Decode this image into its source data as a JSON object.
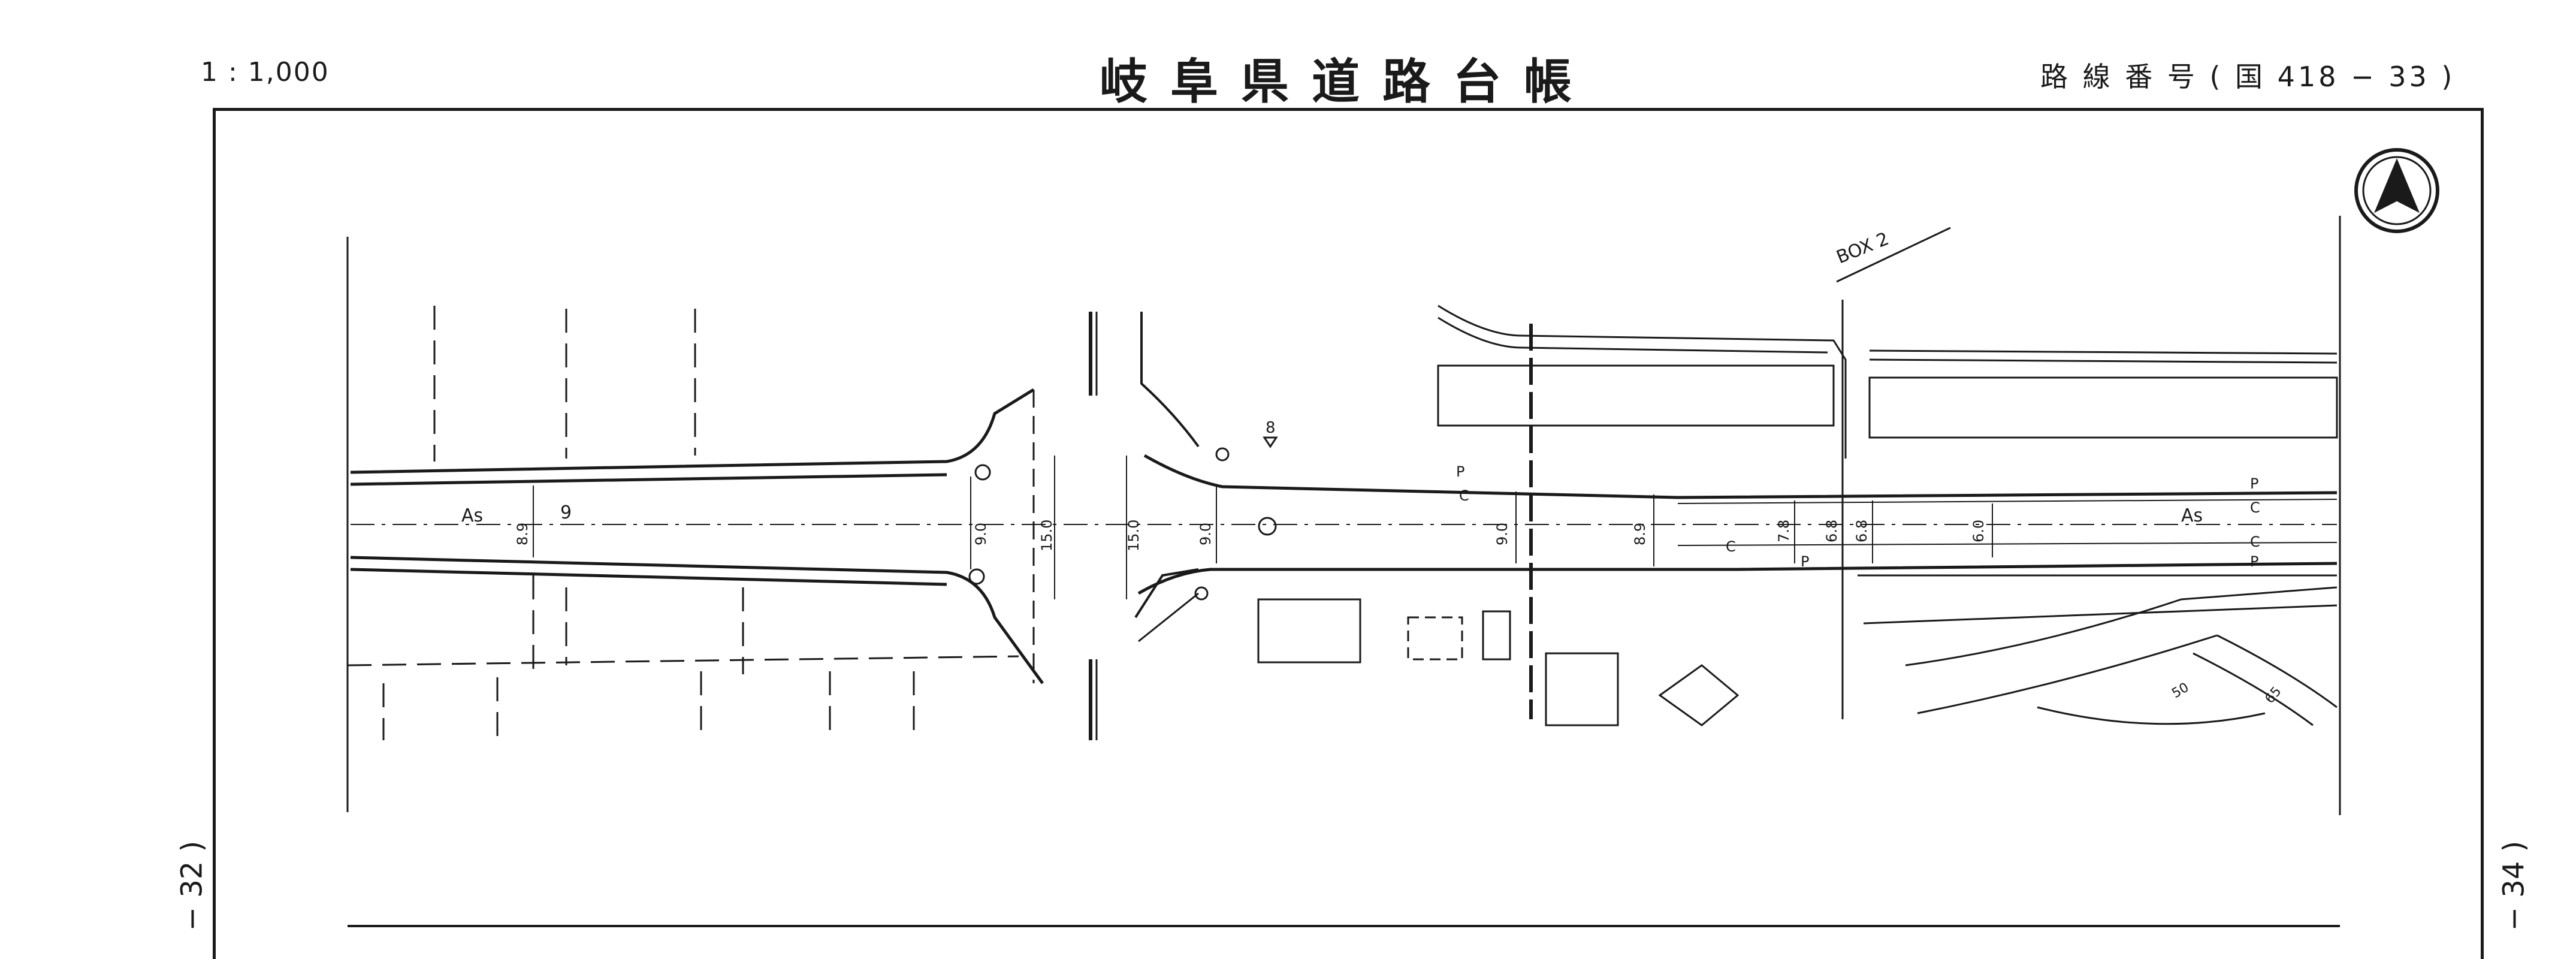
{
  "header": {
    "scale": "1 : 1,000",
    "title": "岐阜県道路台帳",
    "route": "路 線 番 号 ( 国 418 − 33 )"
  },
  "sheets": {
    "prev": "− 32 )",
    "next": "− 34 )"
  },
  "labels": {
    "box": "BOX 2",
    "surface_left": "As",
    "surface_right": "As",
    "w9": "9",
    "w8_9a": "8.9",
    "w9_0a": "9.0",
    "w15_0a": "15.0",
    "w15_0b": "15.0",
    "w9_0b": "9.0",
    "w9_0c": "9.0",
    "w8_9b": "8.9",
    "w7_8": "7.8",
    "w6_8a": "6.8",
    "w6_8b": "6.8",
    "w6_0": "6.0",
    "mark8": "8",
    "p1": "P",
    "c1": "C",
    "c2": "C",
    "p2": "P",
    "p3": "P",
    "c3": "C",
    "c4": "C",
    "p4": "P",
    "c50": "50",
    "c65": "65"
  },
  "colors": {
    "ink": "#1a1a1a",
    "paper": "#ffffff"
  }
}
